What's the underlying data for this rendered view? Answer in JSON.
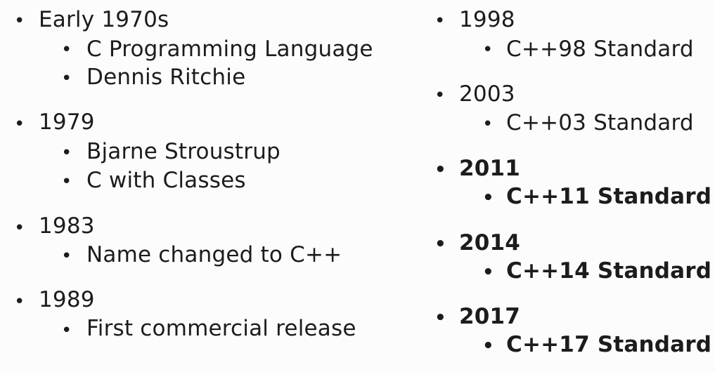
{
  "left_column": [
    {
      "year": "Early 1970s",
      "items": [
        "C Programming Language",
        "Dennis Ritchie"
      ],
      "bold": false
    },
    {
      "year": "1979",
      "items": [
        "Bjarne Stroustrup",
        "C with Classes"
      ],
      "bold": false
    },
    {
      "year": "1983",
      "items": [
        "Name changed to C++"
      ],
      "bold": false
    },
    {
      "year": "1989",
      "items": [
        "First commercial release"
      ],
      "bold": false
    }
  ],
  "right_column": [
    {
      "year": "1998",
      "items": [
        "C++98 Standard"
      ],
      "bold": false
    },
    {
      "year": "2003",
      "items": [
        "C++03 Standard"
      ],
      "bold": false
    },
    {
      "year": "2011",
      "items": [
        "C++11 Standard"
      ],
      "bold": true
    },
    {
      "year": "2014",
      "items": [
        "C++14 Standard"
      ],
      "bold": true
    },
    {
      "year": "2017",
      "items": [
        "C++17 Standard"
      ],
      "bold": true
    }
  ]
}
